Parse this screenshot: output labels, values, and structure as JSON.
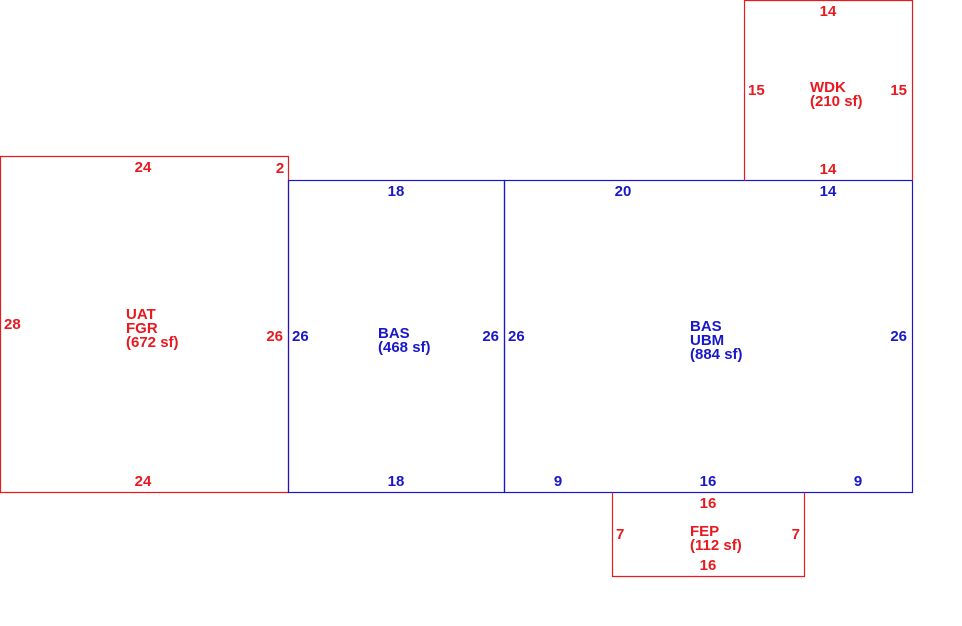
{
  "colors": {
    "red": "#e8191f",
    "blue": "#1a17c8"
  },
  "areas": {
    "uat_fgr": {
      "code1": "UAT",
      "code2": "FGR",
      "area": "(672 sf)",
      "dim_top": "24",
      "dim_top_jog": "2",
      "dim_left": "28",
      "dim_right": "26",
      "dim_bottom": "24"
    },
    "bas_left": {
      "code1": "BAS",
      "area": "(468 sf)",
      "dim_top": "18",
      "dim_left": "26",
      "dim_right": "26",
      "dim_bottom": "18"
    },
    "bas_ubm": {
      "code1": "BAS",
      "code2": "UBM",
      "area": "(884 sf)",
      "dim_top_a": "20",
      "dim_top_b": "14",
      "dim_left": "26",
      "dim_right": "26",
      "dim_bottom_a": "9",
      "dim_bottom_b": "16",
      "dim_bottom_c": "9"
    },
    "wdk": {
      "code1": "WDK",
      "area": "(210 sf)",
      "dim_top": "14",
      "dim_left": "15",
      "dim_right": "15",
      "dim_bottom": "14"
    },
    "fep": {
      "code1": "FEP",
      "area": "(112 sf)",
      "dim_top": "16",
      "dim_left": "7",
      "dim_right": "7",
      "dim_bottom": "16"
    }
  }
}
